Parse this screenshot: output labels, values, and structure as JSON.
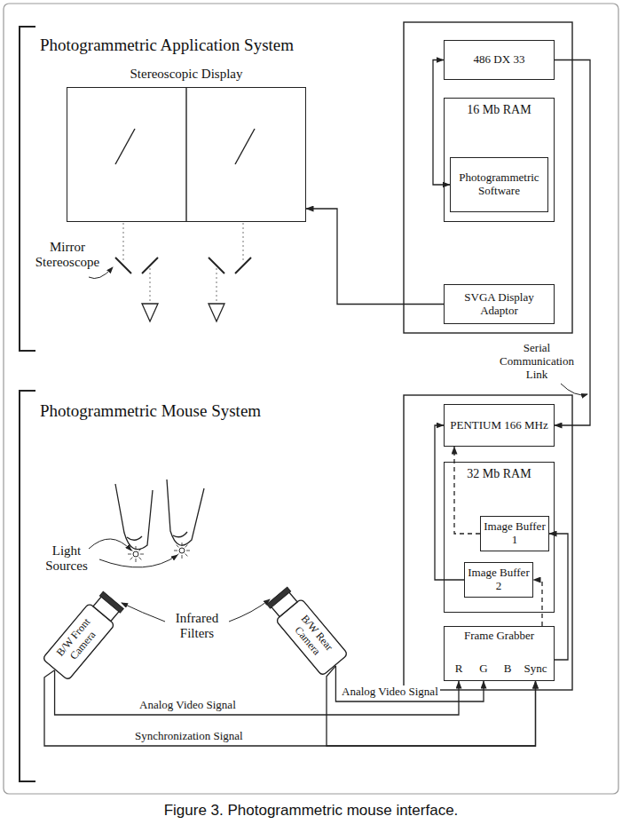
{
  "diagram": {
    "caption": "Figure 3. Photogrammetric mouse interface.",
    "nodes": [
      {
        "text": [
          "Stereoscopic Display"
        ]
      },
      {
        "text": [
          "486 DX 33"
        ]
      },
      {
        "text": [
          "16 Mb RAM"
        ]
      },
      {
        "text": [
          "Photogrammetric Software"
        ],
        "in": 2
      },
      {
        "text": [
          "SVGA Display Adaptor"
        ]
      },
      {
        "text": [
          "PENTIUM 166 MHz"
        ]
      },
      {
        "text": [
          "32 Mb RAM"
        ]
      },
      {
        "text": [
          "Image Buffer 1"
        ],
        "in": 6
      },
      {
        "text": [
          "Image Buffer 2"
        ],
        "in": 6
      },
      {
        "text": [
          "Frame Grabber",
          "R",
          "G",
          "B",
          "Sync"
        ]
      },
      {
        "text": [
          "B/W Front Camera"
        ]
      },
      {
        "text": [
          "B/W Rear Camera"
        ]
      }
    ],
    "edges": [
      {
        "from": 3,
        "to": 1,
        "arrow": "both"
      },
      {
        "from": 4,
        "to": 0,
        "arrow": "to"
      },
      {
        "from": 1,
        "to": 5,
        "label": "Serial Communication Link",
        "arrow": "to"
      },
      {
        "from": 7,
        "to": 5,
        "arrow": "to"
      },
      {
        "from": 8,
        "to": 5,
        "arrow": "to"
      },
      {
        "from": 9,
        "to": 7,
        "arrow": "to"
      },
      {
        "from": 9,
        "to": 8,
        "arrow": "to"
      },
      {
        "from": 10,
        "to": 9,
        "label": "Analog Video Signal",
        "arrow": "to"
      },
      {
        "from": 11,
        "to": 9,
        "label": "Analog Video Signal",
        "arrow": "to"
      },
      {
        "from": 10,
        "to": 9,
        "label": "Synchronization Signal",
        "arrow": "to"
      },
      {
        "from": 11,
        "to": 9,
        "arrow": "to"
      }
    ],
    "labels": [
      "Photogrammetric Application System",
      "Mirror Stereoscope",
      "Photogrammetric Mouse System",
      "Light Sources",
      "Infrared Filters"
    ]
  }
}
